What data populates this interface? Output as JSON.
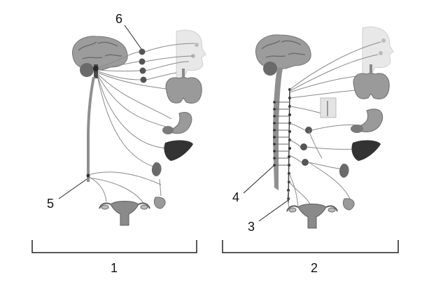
{
  "labels": {
    "l1": "1",
    "l2": "2",
    "l3": "3",
    "l4": "4",
    "l5": "5",
    "l6": "6"
  },
  "colors": {
    "nerve": "#8a8a8a",
    "ganglion": "#555555",
    "organ_dark": "#333333",
    "organ_mid": "#9a9a9a",
    "organ_light": "#d8d8d8"
  }
}
